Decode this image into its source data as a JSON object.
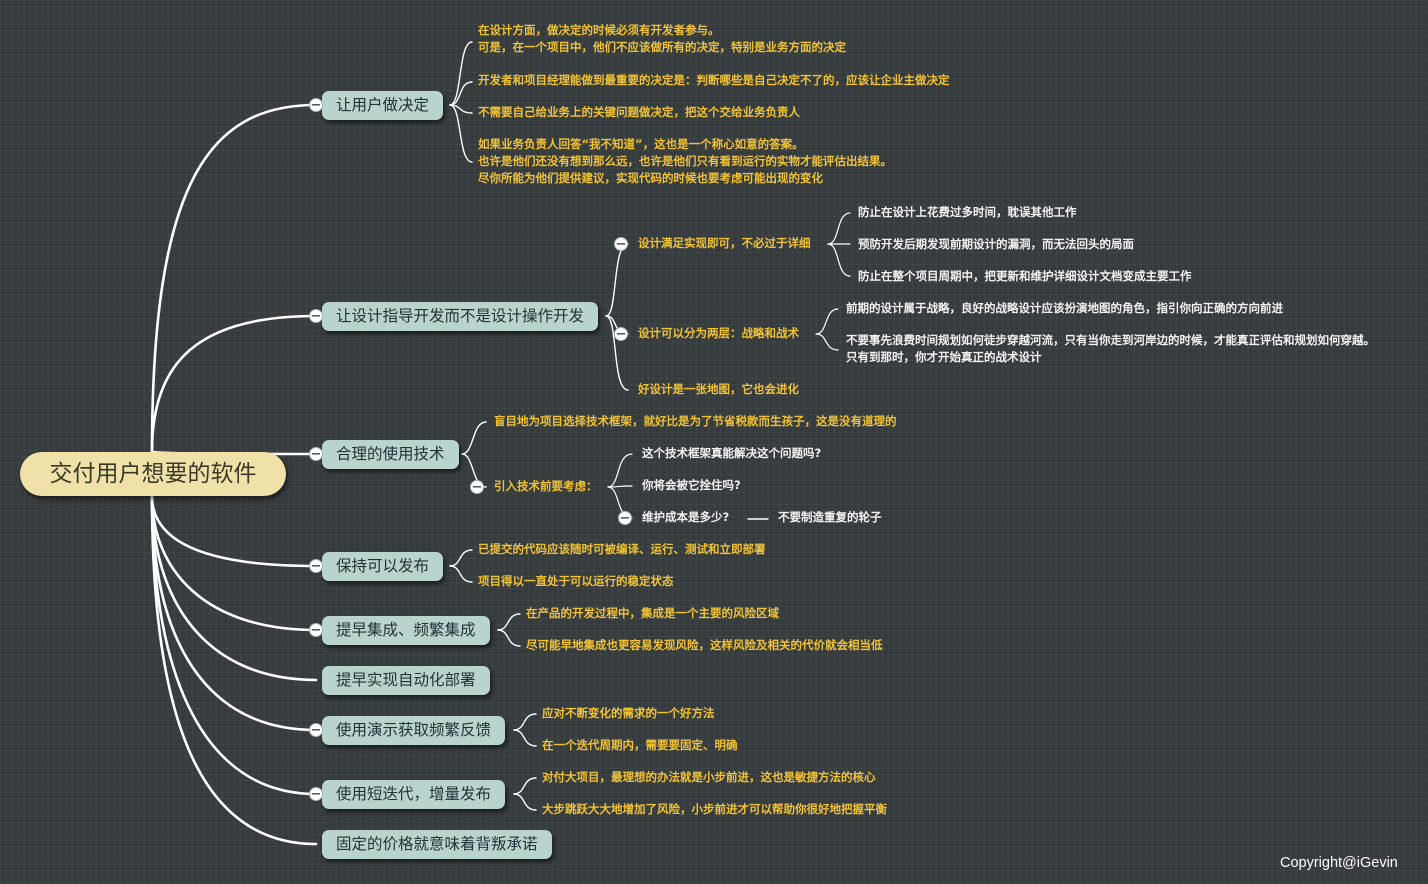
{
  "root": "交付用户想要的软件",
  "branches": [
    {
      "label": "让用户做决定",
      "children": [
        "在设计方面，做决定的时候必须有开发者参与。\n可是，在一个项目中，他们不应该做所有的决定，特别是业务方面的决定",
        "开发者和项目经理能做到最重要的决定是：判断哪些是自己决定不了的，应该让企业主做决定",
        "不需要自己给业务上的关键问题做决定，把这个交给业务负责人",
        "如果业务负责人回答“我不知道”，这也是一个称心如意的答案。\n也许是他们还没有想到那么远，也许是他们只有看到运行的实物才能评估出结果。\n尽你所能为他们提供建议，实现代码的时候也要考虑可能出现的变化"
      ]
    },
    {
      "label": "让设计指导开发而不是设计操作开发",
      "children": [
        {
          "label": "设计满足实现即可，不必过于详细",
          "children": [
            "防止在设计上花费过多时间，耽误其他工作",
            "预防开发后期发现前期设计的漏洞，而无法回头的局面",
            "防止在整个项目周期中，把更新和维护详细设计文档变成主要工作"
          ]
        },
        {
          "label": "设计可以分为两层：战略和战术",
          "children": [
            "前期的设计属于战略，良好的战略设计应该扮演地图的角色，指引你向正确的方向前进",
            "不要事先浪费时间规划如何徒步穿越河流，只有当你走到河岸边的时候，才能真正评估和规划如何穿越。\n只有到那时，你才开始真正的战术设计"
          ]
        },
        "好设计是一张地图，它也会进化"
      ]
    },
    {
      "label": "合理的使用技术",
      "children": [
        "盲目地为项目选择技术框架，就好比是为了节省税款而生孩子，这是没有道理的",
        {
          "label": "引入技术前要考虑：",
          "children": [
            "这个技术框架真能解决这个问题吗?",
            "你将会被它拴住吗?",
            {
              "label": "维护成本是多少?",
              "children": [
                "不要制造重复的轮子"
              ]
            }
          ]
        }
      ]
    },
    {
      "label": "保持可以发布",
      "children": [
        "已提交的代码应该随时可被编译、运行、测试和立即部署",
        "项目得以一直处于可以运行的稳定状态"
      ]
    },
    {
      "label": "提早集成、频繁集成",
      "children": [
        "在产品的开发过程中，集成是一个主要的风险区域",
        "尽可能早地集成也更容易发现风险，这样风险及相关的代价就会相当低"
      ]
    },
    {
      "label": "提早实现自动化部署",
      "children": []
    },
    {
      "label": "使用演示获取频繁反馈",
      "children": [
        "应对不断变化的需求的一个好方法",
        "在一个迭代周期内，需要要固定、明确"
      ]
    },
    {
      "label": "使用短迭代，增量发布",
      "children": [
        "对付大项目，最理想的办法就是小步前进，这也是敏捷方法的核心",
        "大步跳跃大大地增加了风险，小步前进才可以帮助你很好地把握平衡"
      ]
    },
    {
      "label": "固定的价格就意味着背叛承诺",
      "children": []
    }
  ],
  "copyright": "Copyright@iGevin",
  "collapse_glyph": "−",
  "colors": {
    "background": "#363b3e",
    "root_fill": "#efe1a8",
    "branch_fill": "#b9d3cd",
    "yellow_text": "#f1c232",
    "white_text": "#f2f2f2",
    "line": "#ffffff"
  }
}
